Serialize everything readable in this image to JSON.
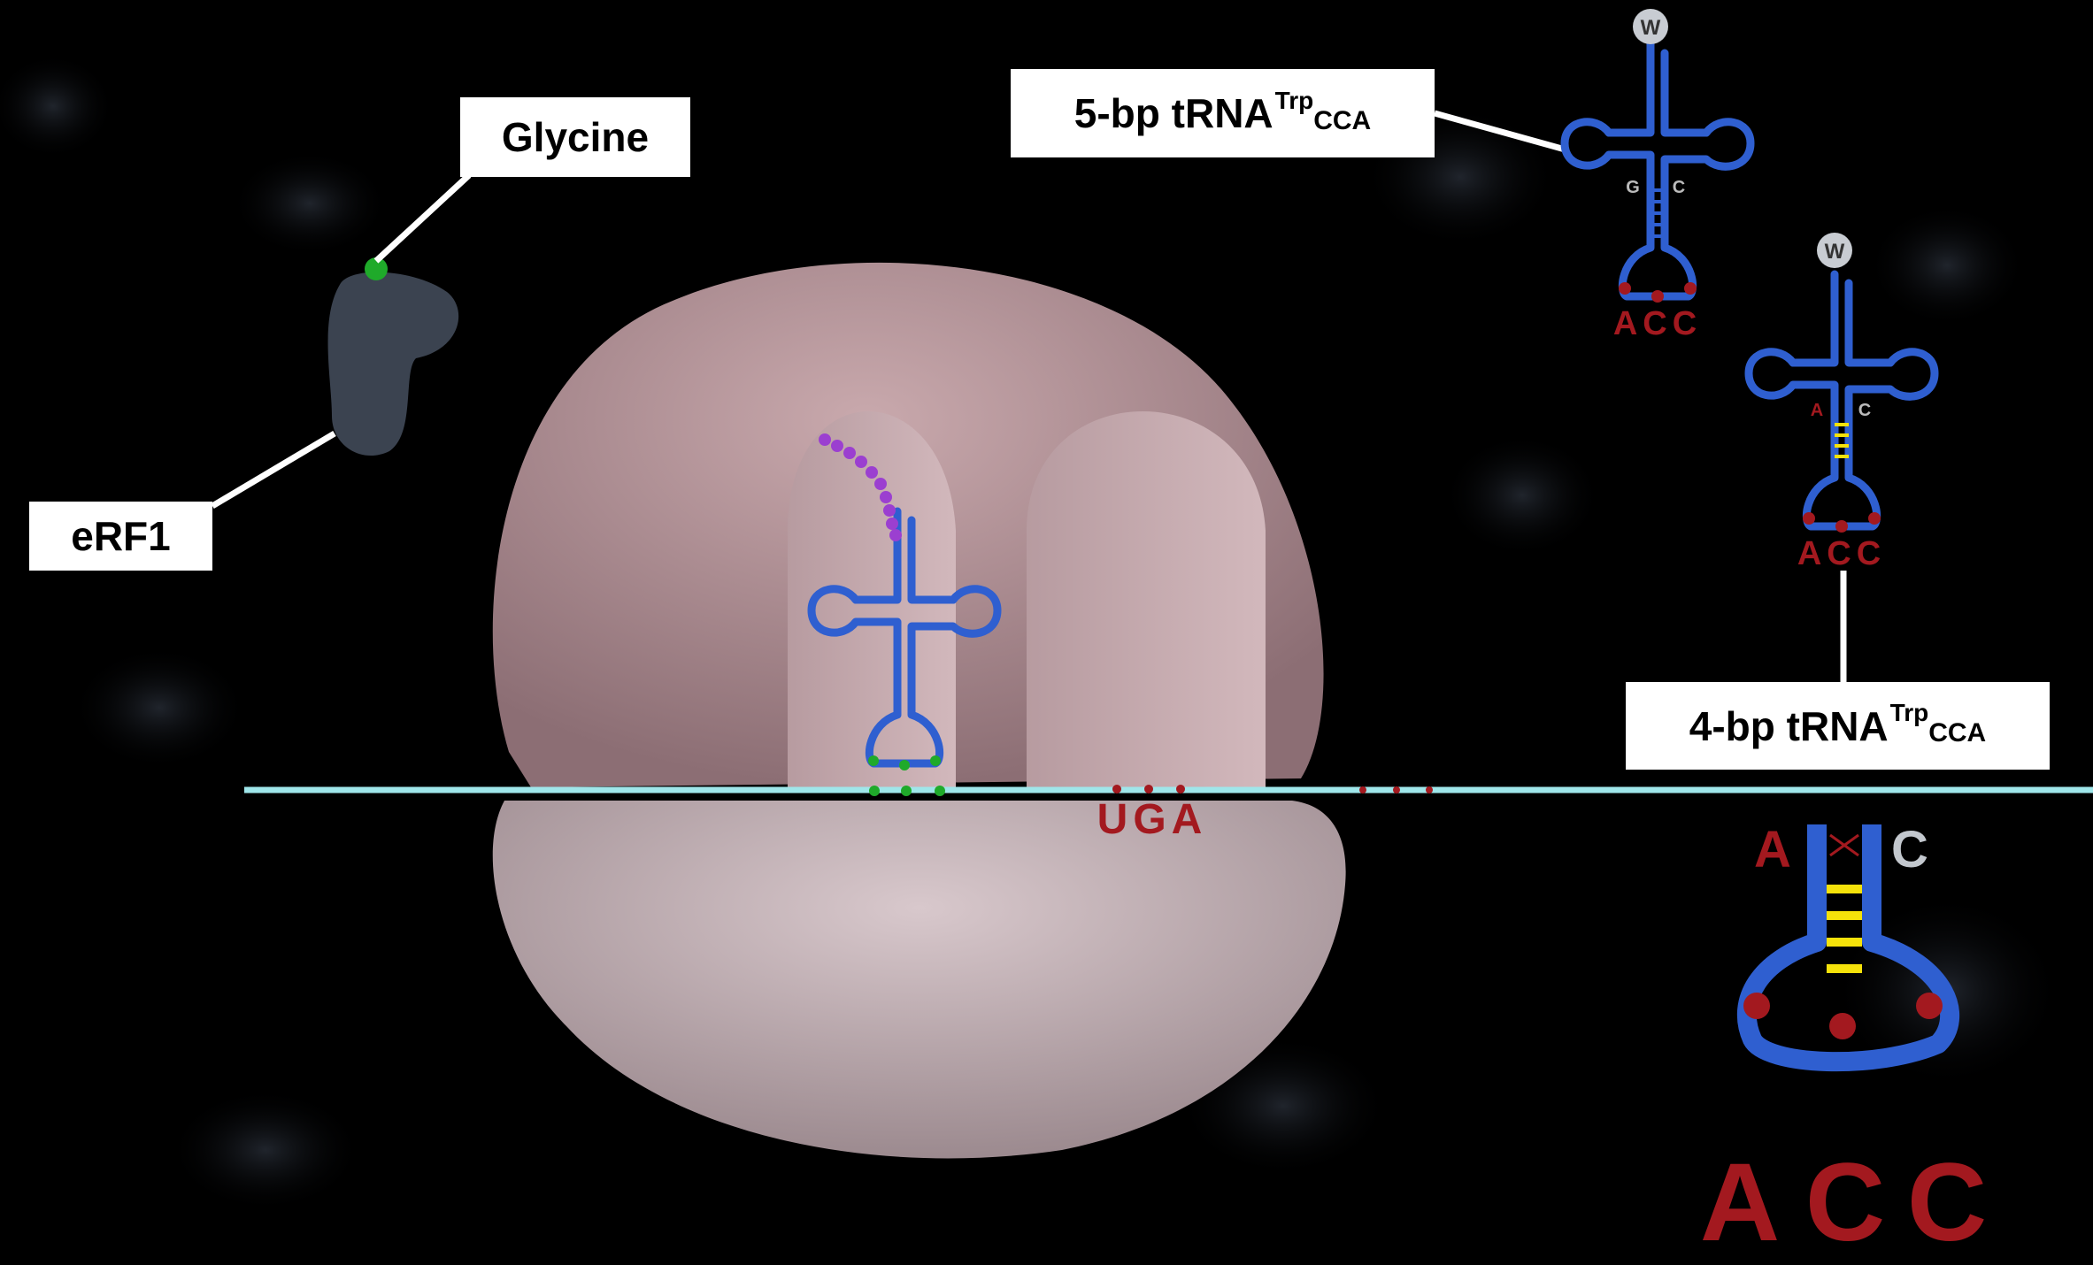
{
  "labels": {
    "glycine": "Glycine",
    "erf1": "eRF1",
    "trna5": {
      "prefix": "5-bp tRNA",
      "sup": "Trp",
      "sub": "CCA"
    },
    "trna4": {
      "prefix": "4-bp tRNA",
      "sup": "Trp",
      "sub": "CCA"
    }
  },
  "codon": "UGA",
  "trna_top": {
    "aa": "W",
    "left_base": "G",
    "right_base": "C",
    "anticodon": "ACC"
  },
  "trna_mid": {
    "aa": "W",
    "left_base": "A",
    "right_base": "C",
    "anticodon": "ACC"
  },
  "trna_zoom": {
    "left_base": "A",
    "right_base": "C",
    "anticodon": [
      "A",
      "C",
      "C"
    ]
  },
  "colors": {
    "rna": "#2f5fd0",
    "nucleotide": "#a3191f",
    "mrna": "#9fe6ea",
    "pair": "#f5e20a",
    "ribosome": "#c8a6ab",
    "peptide": "#9b3fd0",
    "glycine": "#1faa2a"
  }
}
